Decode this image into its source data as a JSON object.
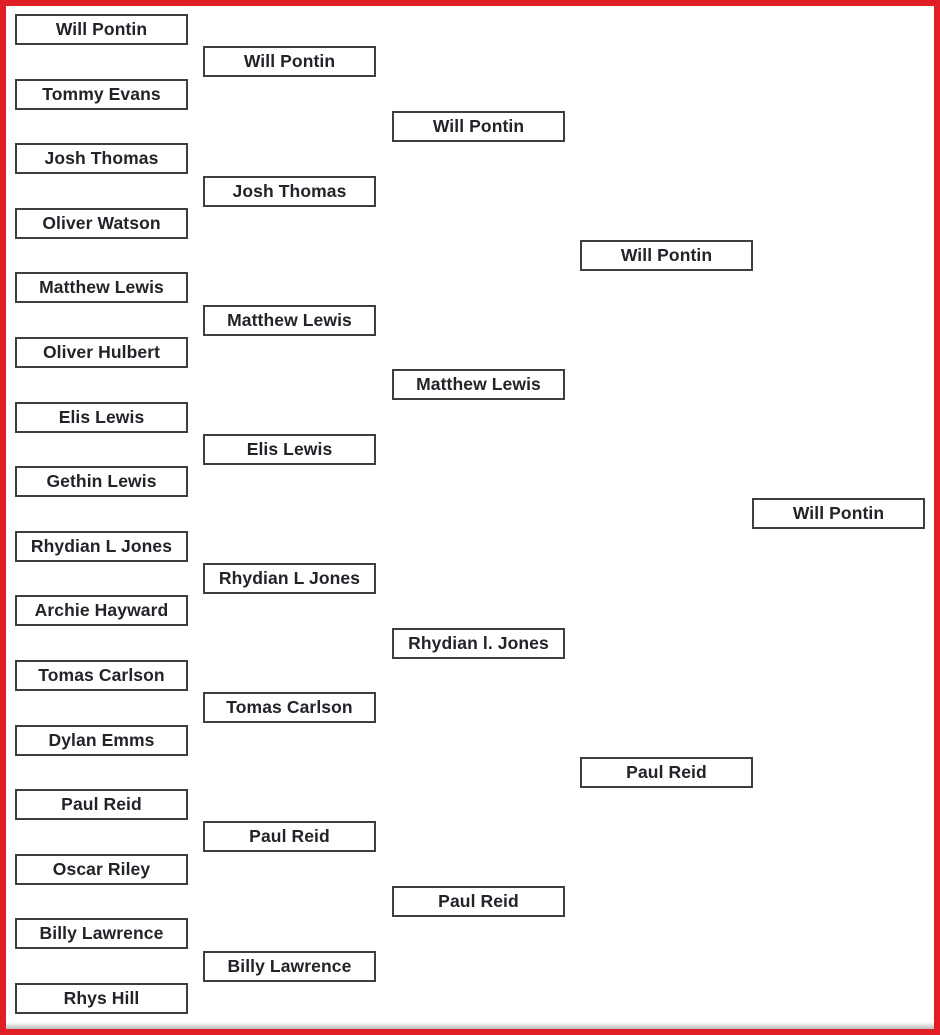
{
  "colors": {
    "frame_border": "#e01e25",
    "box_border": "#3e3e42",
    "box_text": "#232329",
    "background": "#ffffff"
  },
  "bracket": {
    "rounds": [
      {
        "entries": [
          "Will Pontin",
          "Tommy Evans",
          "Josh Thomas",
          "Oliver Watson",
          "Matthew Lewis",
          "Oliver Hulbert",
          "Elis Lewis",
          "Gethin Lewis",
          "Rhydian L Jones",
          "Archie Hayward",
          "Tomas Carlson",
          "Dylan Emms",
          "Paul Reid",
          "Oscar Riley",
          "Billy Lawrence",
          "Rhys Hill"
        ]
      },
      {
        "entries": [
          "Will Pontin",
          "Josh Thomas",
          "Matthew Lewis",
          "Elis Lewis",
          "Rhydian L Jones",
          "Tomas Carlson",
          "Paul Reid",
          "Billy Lawrence"
        ]
      },
      {
        "entries": [
          "Will Pontin",
          "Matthew Lewis",
          "Rhydian l. Jones",
          "Paul Reid"
        ]
      },
      {
        "entries": [
          "Will Pontin",
          "Paul Reid"
        ]
      },
      {
        "entries": [
          "Will Pontin"
        ]
      }
    ]
  }
}
